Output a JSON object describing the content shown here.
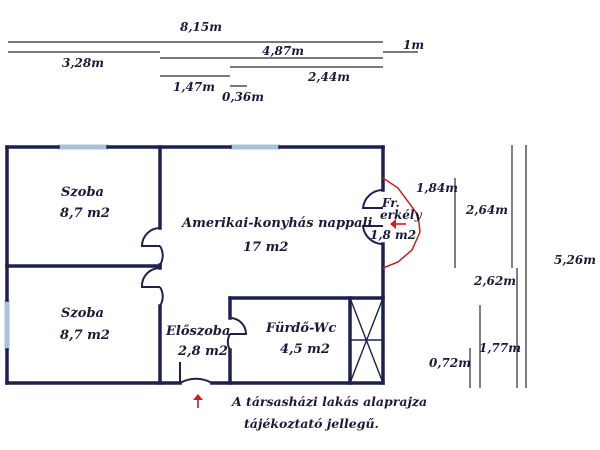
{
  "dimensions": {
    "total_width": "8,15m",
    "width_left": "3,28m",
    "width_right": "4,87m",
    "balcony_depth": "1m",
    "seg_147": "1,47m",
    "seg_036": "0,36m",
    "seg_244": "2,44m",
    "h_184": "1,84m",
    "h_264": "2,64m",
    "h_526": "5,26m",
    "h_262": "2,62m",
    "h_177": "1,77m",
    "h_072": "0,72m"
  },
  "rooms": {
    "room1_name": "Szoba",
    "room1_area": "8,7 m2",
    "room2_name": "Szoba",
    "room2_area": "8,7 m2",
    "living_name": "Amerikai-konyhás nappali",
    "living_area": "17 m2",
    "balcony_name1": "Fr.",
    "balcony_name2": "erkély",
    "balcony_area": "1,8 m2",
    "hall_name": "Előszoba",
    "hall_area": "2,8 m2",
    "bath_name": "Fürdő-Wc",
    "bath_area": "4,5 m2"
  },
  "note": {
    "line1": "A társasházi lakás alaprajza",
    "line2": "tájékoztató jellegű."
  },
  "colors": {
    "wall": "#1d2050",
    "window": "#a9c1d9",
    "accent": "#cc1f1f",
    "text": "#1a1a3a"
  }
}
